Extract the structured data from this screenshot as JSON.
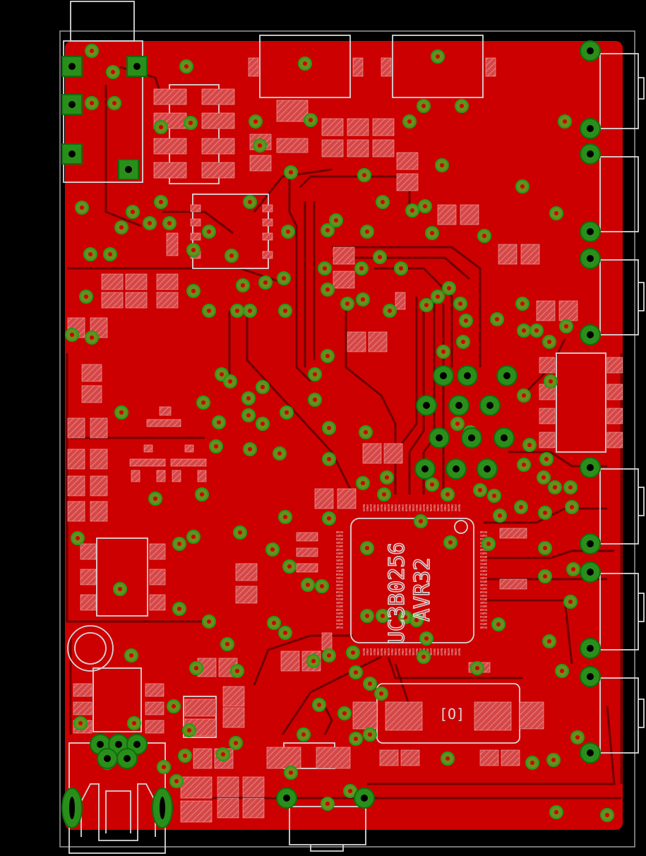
{
  "view": {
    "layer_colors": {
      "background": "#000000",
      "copper": "#cc0000",
      "trace_dark": "#7a0000",
      "silkscreen": "#d8d8d8",
      "pad_hatch": "#e06060",
      "via_fill": "#6a8f1a",
      "via_ring": "#1e9e1e"
    }
  },
  "silkscreen": {
    "chip_name": "UC3B0256",
    "chip_family": "AVR32",
    "crystal_marking": "[O]"
  }
}
